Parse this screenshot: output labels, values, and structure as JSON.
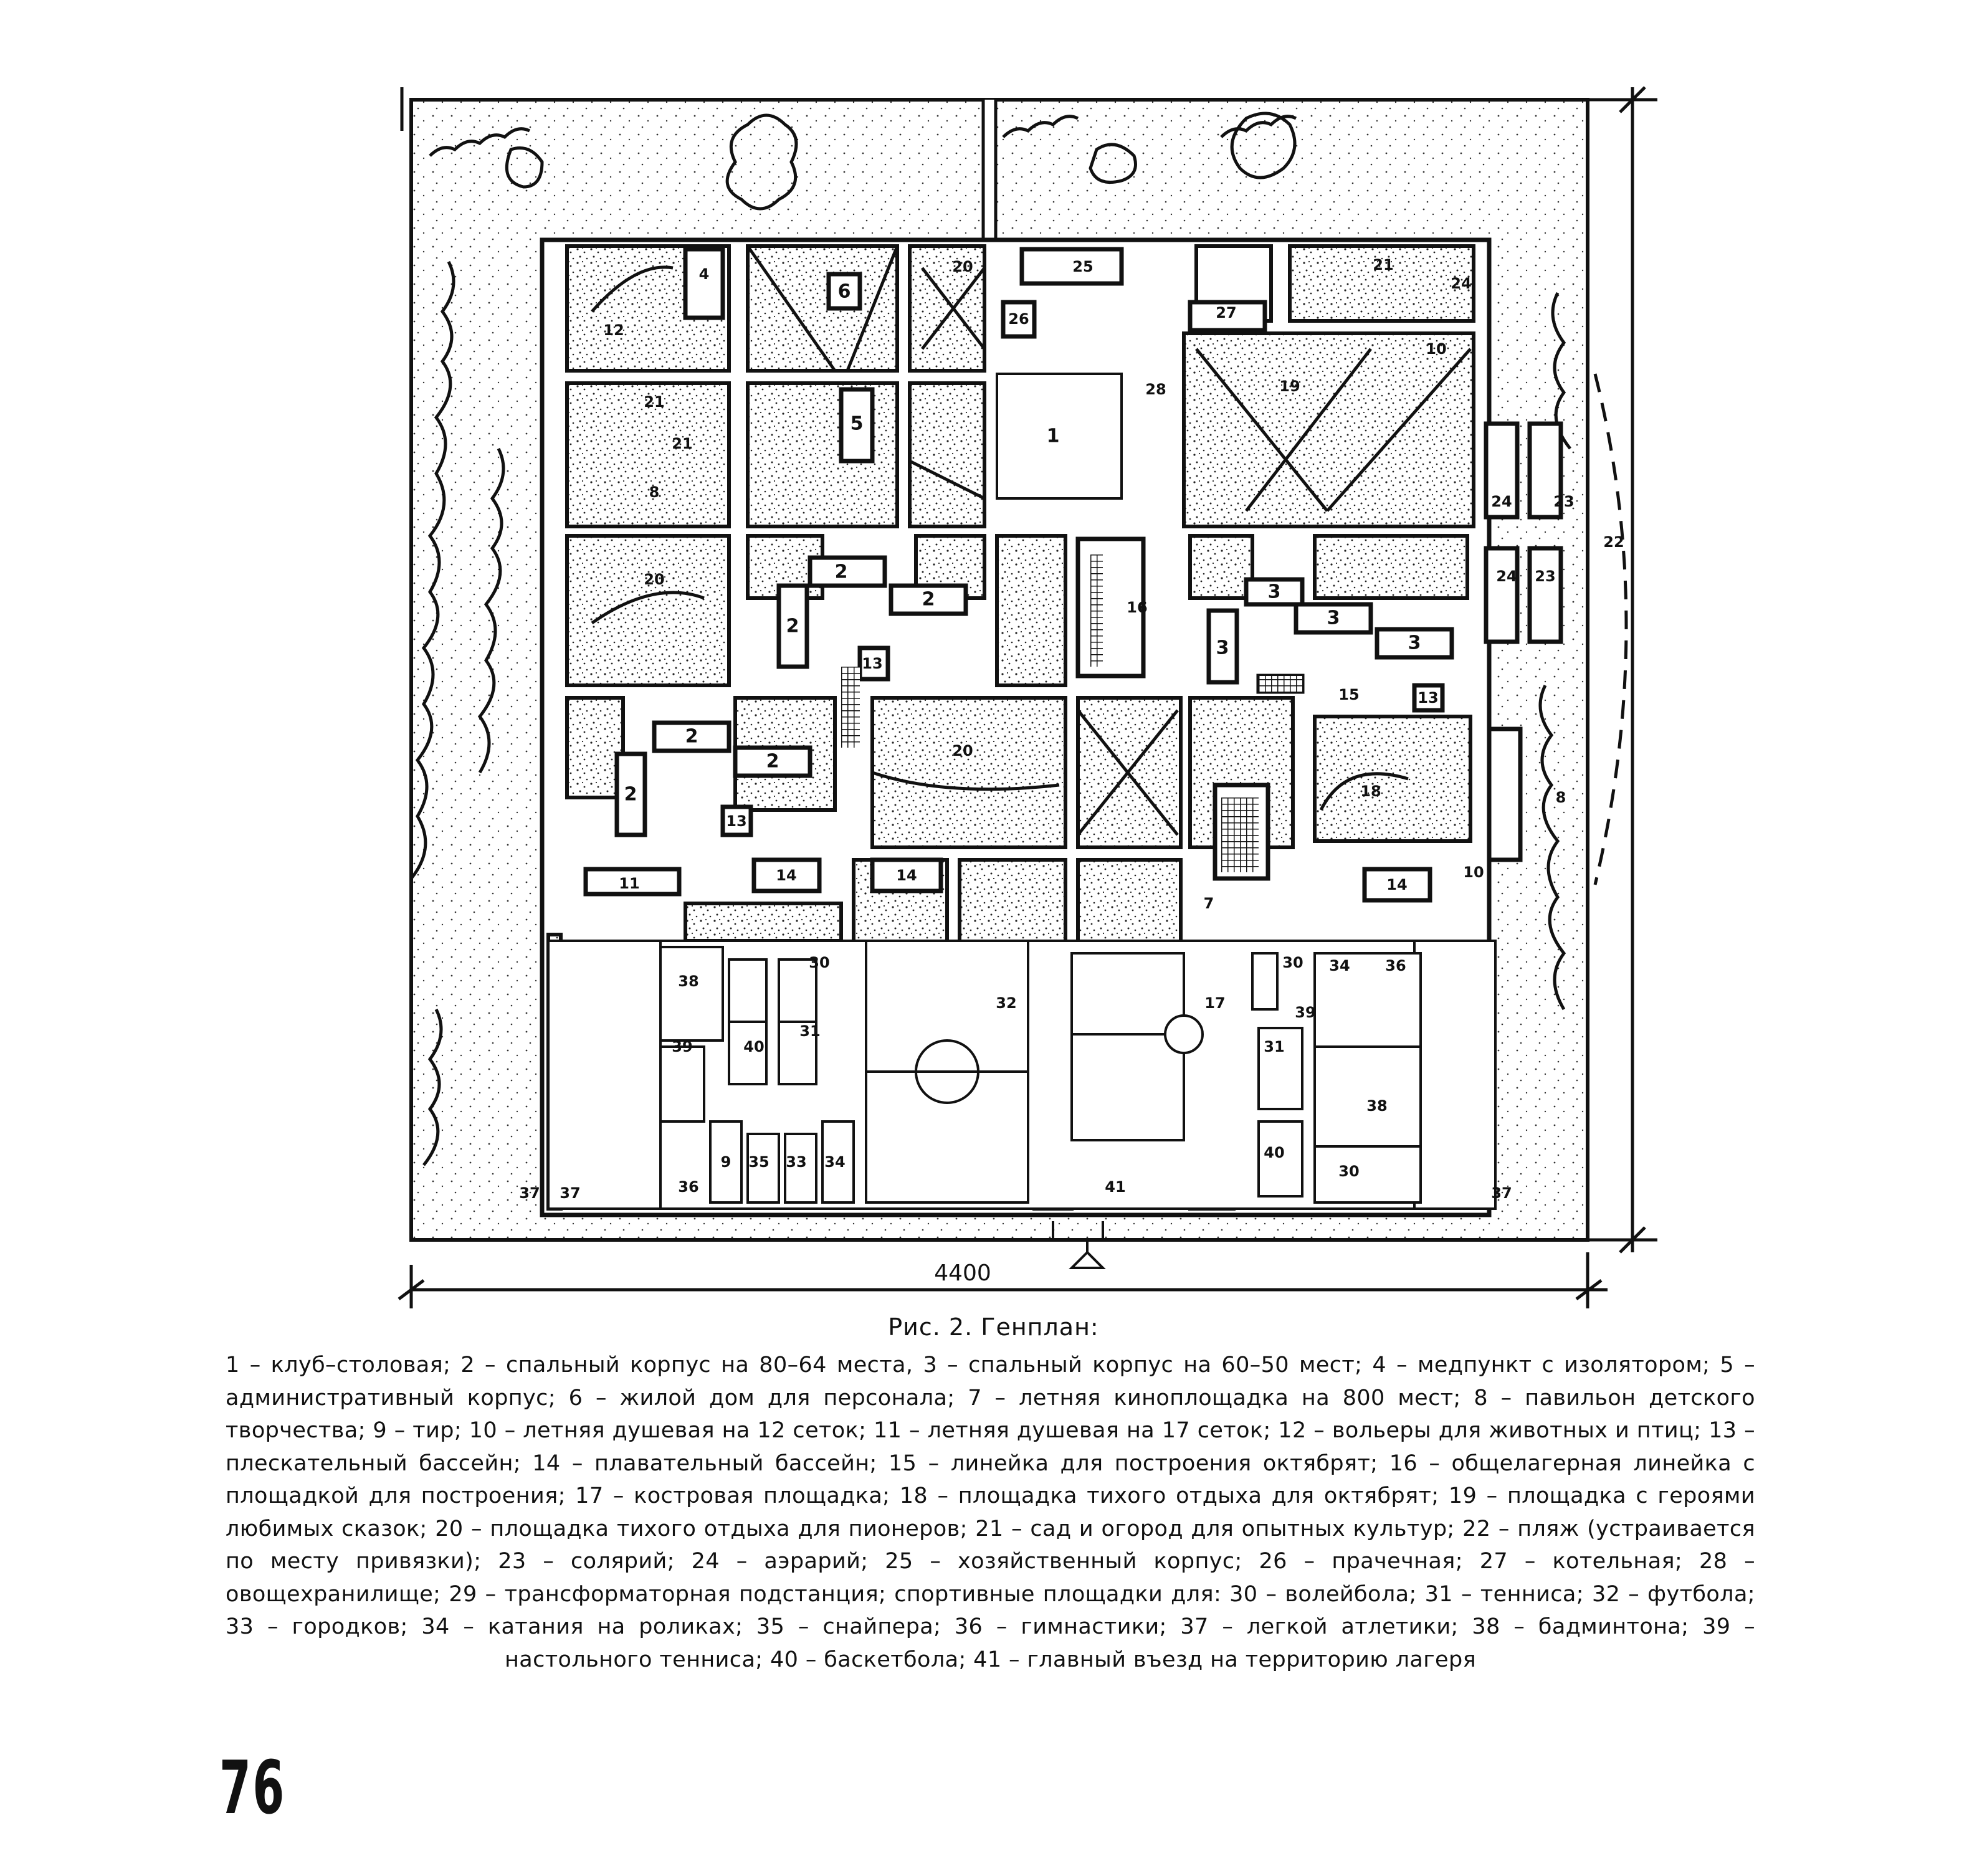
{
  "figure": {
    "dimension_label": "4400",
    "labels": {
      "club": "1",
      "dorm_80": "2",
      "dorm_60": "3",
      "medical": "4",
      "admin": "5",
      "staff_house": "6",
      "cinema": "7",
      "pavilion": "8",
      "shooting": "9",
      "shower_12": "10",
      "shower_17": "11",
      "aviary": "12",
      "wading_pool": "13",
      "swimming_pool": "14",
      "lineup_oct": "15",
      "lineup_camp": "16",
      "campfire": "17",
      "quiet_oct": "18",
      "fairy_tale": "19",
      "quiet_pioneers": "20",
      "garden": "21",
      "beach": "22",
      "solarium": "23",
      "aerarium": "24",
      "utility": "25",
      "laundry": "26",
      "boiler": "27",
      "vegetable_store": "28",
      "volleyball": "30",
      "tennis": "31",
      "football": "32",
      "gorodki": "33",
      "roller": "34",
      "sniper": "35",
      "gymnastics": "36",
      "athletics": "37",
      "badminton": "38",
      "table_tennis": "39",
      "basketball": "40",
      "entrance": "41"
    }
  },
  "caption": {
    "title": "Рис. 2. Генплан:",
    "text": "1 – клуб–столовая; 2 – спальный корпус на 80–64 места, 3 – спальный корпус на 60–50 мест; 4 – медпункт с изолятором; 5 – административный корпус; 6 – жилой дом для персонала; 7 – летняя киноплощадка на 800 мест; 8 – павильон детского творчества; 9 – тир; 10 – летняя душевая на 12 сеток; 11 – летняя душевая на 17 сеток; 12 – вольеры для животных и птиц; 13 – плескательный бассейн; 14 – плавательный бассейн; 15 – линейка для построения октябрят; 16 – общелагерная линейка с площадкой для построения; 17 – костровая площадка; 18 – площадка тихого отдыха для октябрят; 19 – площадка с героями любимых сказок; 20 – площадка тихого отдыха для пионеров; 21 – сад и огород для опытных культур; 22 – пляж (устраивается по месту привязки); 23 – солярий; 24 – аэрарий; 25 – хозяйственный корпус; 26 – прачечная; 27 – котельная; 28 – овощехранилище; 29 – трансформаторная подстанция; спортивные площадки для: 30 – волейбола; 31 – тенниса; 32 – футбола; 33 – городков; 34 – катания на роликах; 35 – снайпера; 36 – гимнастики; 37 – легкой атлетики; 38 – бадминтона; 39 – настольного тенниса; 40 – баскетбола; 41 – главный въезд на территорию лагеря"
  },
  "page_number": "76"
}
